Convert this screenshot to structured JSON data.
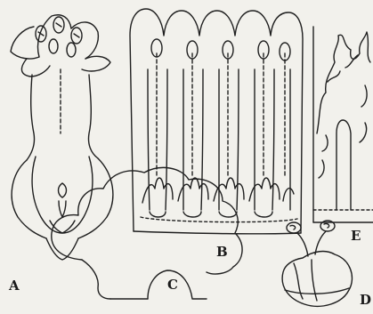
{
  "figure": {
    "panels": [
      {
        "id": "A",
        "label": "A"
      },
      {
        "id": "B",
        "label": "B"
      },
      {
        "id": "C",
        "label": "C"
      },
      {
        "id": "D",
        "label": "D"
      },
      {
        "id": "E",
        "label": "E"
      }
    ]
  },
  "colors": {
    "ink": "#1f1f1f",
    "paper": "#f2f1ec"
  }
}
